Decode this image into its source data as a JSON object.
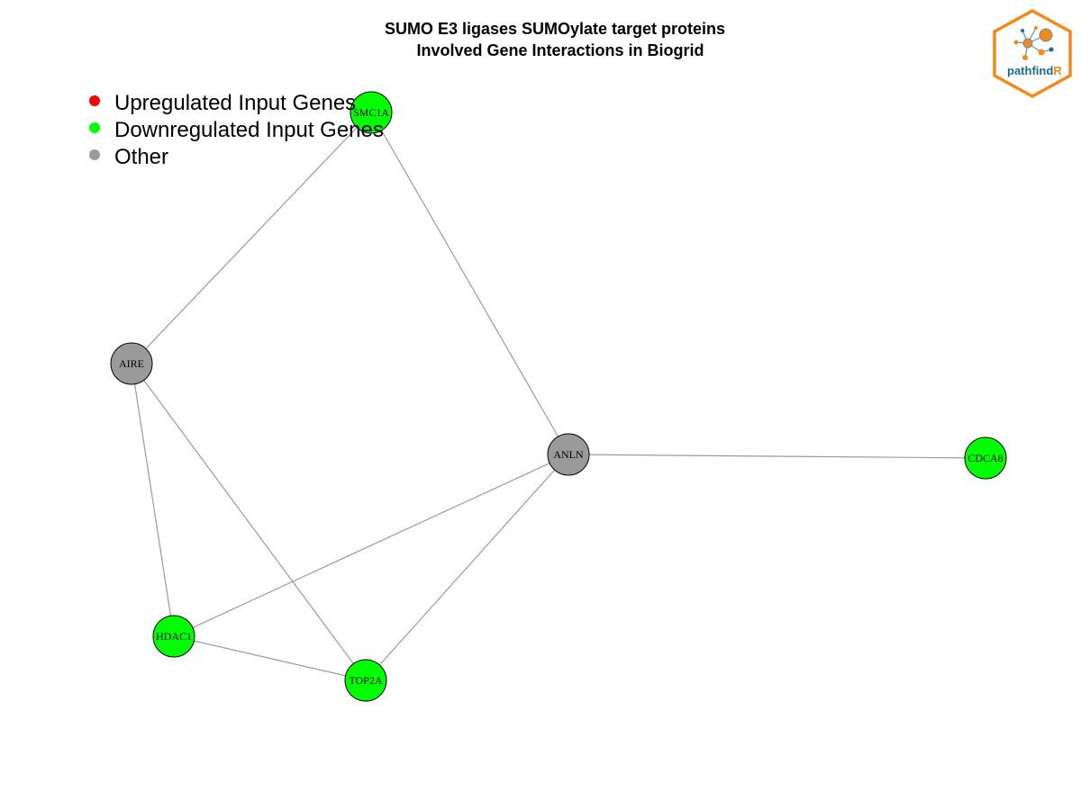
{
  "title": {
    "line1": "SUMO E3 ligases SUMOylate target proteins",
    "line2": "Involved Gene Interactions in Biogrid"
  },
  "legend": [
    {
      "label": "Upregulated Input Genes",
      "color": "#ff0000"
    },
    {
      "label": "Downregulated Input Genes",
      "color": "#00ff00"
    },
    {
      "label": "Other",
      "color": "#9a9a9a"
    }
  ],
  "logo": {
    "text_main": "pathfind",
    "text_accent": "R",
    "main_color": "#1c6a8f",
    "accent_color": "#f28a1a"
  },
  "colors": {
    "edge": "#9a9a9a",
    "up": "#ff0000",
    "down": "#00ff00",
    "other": "#9a9a9a"
  },
  "nodes": [
    {
      "id": "SMC1A",
      "status": "down"
    },
    {
      "id": "AIRE",
      "status": "other"
    },
    {
      "id": "ANLN",
      "status": "other"
    },
    {
      "id": "CDCA8",
      "status": "down"
    },
    {
      "id": "HDAC1",
      "status": "down"
    },
    {
      "id": "TOP2A",
      "status": "down"
    }
  ],
  "edges": [
    [
      "SMC1A",
      "AIRE"
    ],
    [
      "SMC1A",
      "ANLN"
    ],
    [
      "AIRE",
      "HDAC1"
    ],
    [
      "AIRE",
      "TOP2A"
    ],
    [
      "ANLN",
      "CDCA8"
    ],
    [
      "ANLN",
      "HDAC1"
    ],
    [
      "ANLN",
      "TOP2A"
    ],
    [
      "HDAC1",
      "TOP2A"
    ]
  ]
}
